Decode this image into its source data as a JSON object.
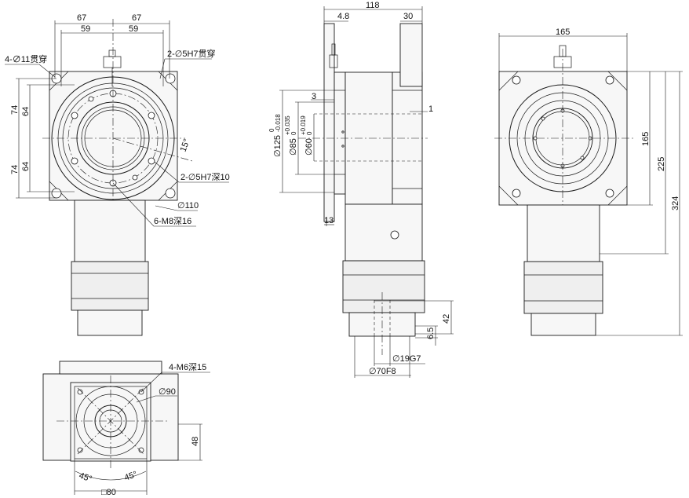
{
  "front_view": {
    "dim_67_left": "67",
    "dim_67_right": "67",
    "dim_59_left": "59",
    "dim_59_right": "59",
    "dim_74_top": "74",
    "dim_64_top": "64",
    "dim_74_bottom": "74",
    "dim_64_bottom": "64",
    "note_through_holes": "4-∅11贯穿",
    "note_pin_through": "2-∅5H7贯穿",
    "note_pin_depth": "2-∅5H7深10",
    "note_bolt_circle": "∅110",
    "note_tapped": "6-M8深16",
    "angle_15": "15°"
  },
  "side_view": {
    "dim_118": "118",
    "dim_4_8": "4.8",
    "dim_30": "30",
    "dim_3": "3",
    "dim_1": "1",
    "dim_13": "13",
    "dia_125": "∅125",
    "tol_125_upper": "0",
    "tol_125_lower": "-0.018",
    "dia_85": "∅85",
    "tol_85_upper": "+0.035",
    "tol_85_lower": "0",
    "dia_60": "∅60",
    "tol_60_upper": "+0.019",
    "tol_60_lower": "0",
    "dim_42": "42",
    "dim_6_5": "6.5",
    "dia_19": "∅19G7",
    "dia_70": "∅70F8"
  },
  "right_view": {
    "dim_165_top": "165",
    "dim_165_side": "165",
    "dim_225": "225",
    "dim_324": "324"
  },
  "bottom_view": {
    "note_tapped": "4-M6深15",
    "dia_90": "∅90",
    "dim_48": "48",
    "angle_left": "45°",
    "angle_right": "45°",
    "square_80": "□80"
  }
}
